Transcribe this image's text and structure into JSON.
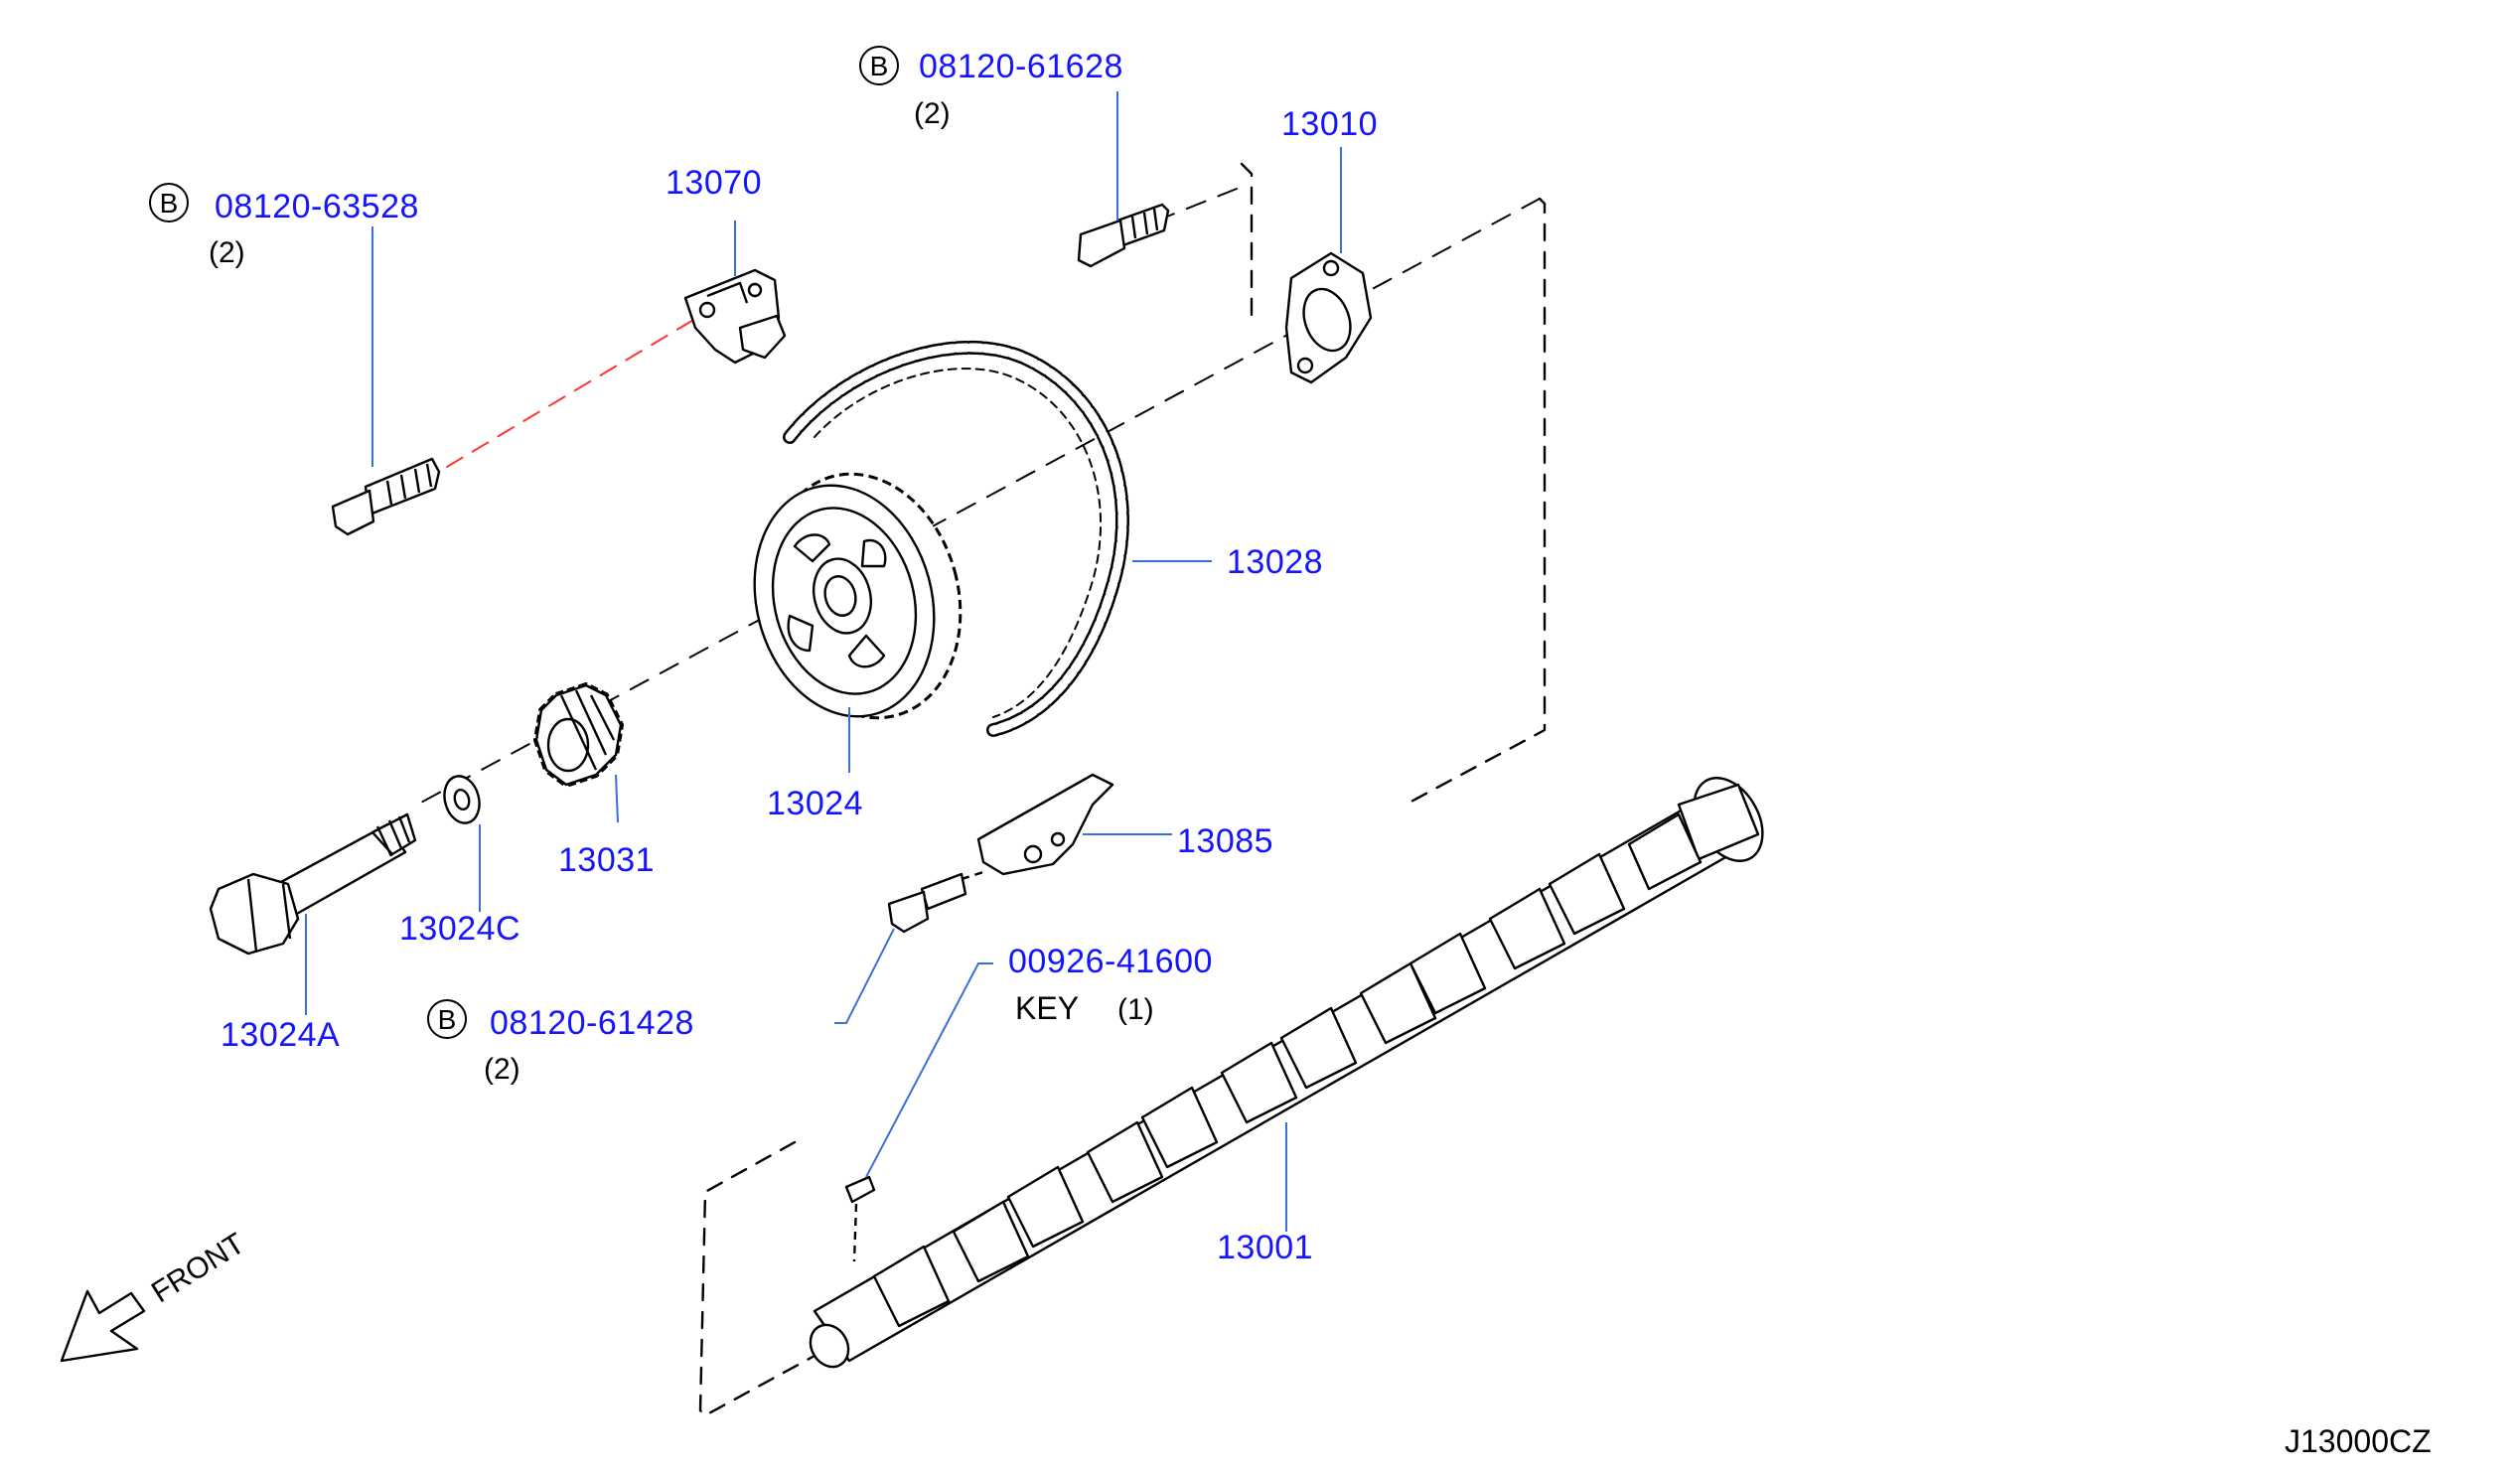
{
  "diagram_id": "J13000CZ",
  "front_label": "FRONT",
  "colors": {
    "part_label": "#1414ff",
    "leader": "#3a6fd8",
    "ink": "#000000",
    "alignment": "#ff3333"
  },
  "bolts": [
    {
      "badge": "B",
      "number": "08120-61628",
      "qty": "(2)"
    },
    {
      "badge": "B",
      "number": "08120-63528",
      "qty": "(2)"
    },
    {
      "badge": "B",
      "number": "08120-61428",
      "qty": "(2)"
    }
  ],
  "parts": {
    "p13010": "13010",
    "p13070": "13070",
    "p13028": "13028",
    "p13024": "13024",
    "p13085": "13085",
    "p13031": "13031",
    "p13024C": "13024C",
    "p13024A": "13024A",
    "p00926": "00926-41600",
    "p13001": "13001"
  },
  "key": {
    "text": "KEY",
    "qty": "(1)"
  }
}
